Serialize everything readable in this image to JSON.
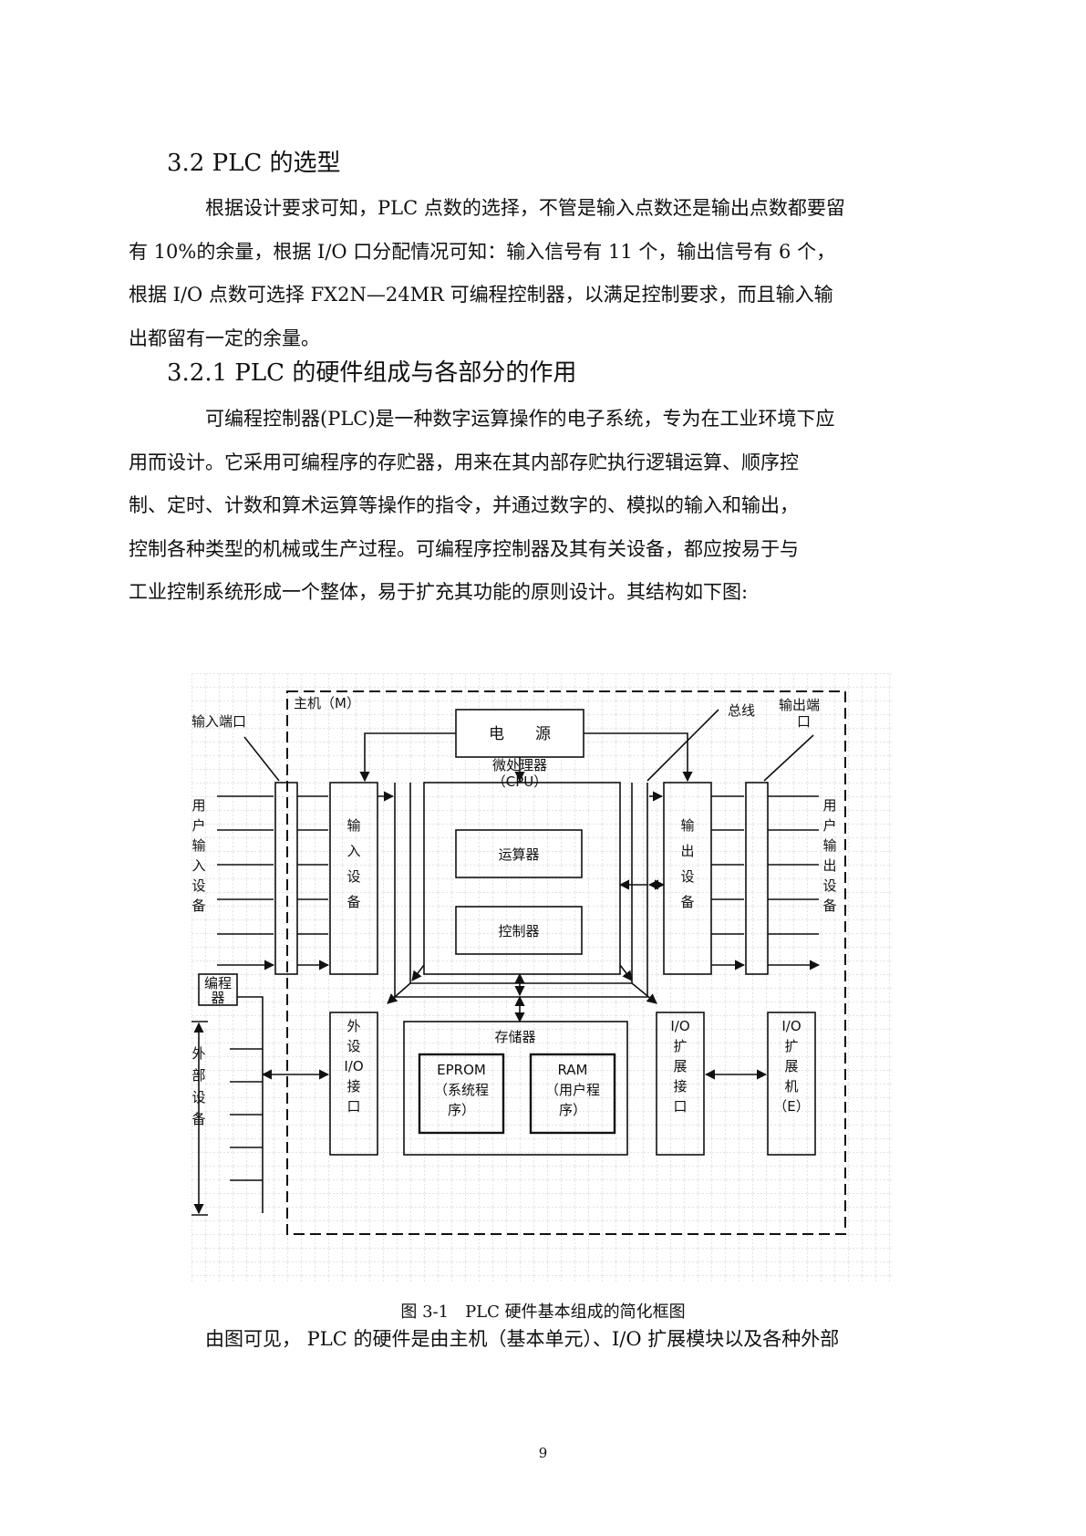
{
  "heading_1": "3.2 PLC 的选型",
  "para_1": [
    "根据设计要求可知，PLC 点数的选择，不管是输入点数还是输出点数都要留",
    "有 10%的余量，根据 I/O 口分配情况可知：输入信号有 11 个，输出信号有 6 个，",
    "根据 I/O 点数可选择 FX2N—24MR 可编程控制器，以满足控制要求，而且输入输",
    "出都留有一定的余量。"
  ],
  "heading_2": "3.2.1 PLC 的硬件组成与各部分的作用",
  "para_2": [
    "可编程控制器(PLC)是一种数字运算操作的电子系统，专为在工业环境下应",
    "用而设计。它采用可编程序的存贮器，用来在其内部存贮执行逻辑运算、顺序控",
    "制、定时、计数和算术运算等操作的指令，并通过数字的、模拟的输入和输出，",
    "控制各种类型的机械或生产过程。可编程序控制器及其有关设备，都应按易于与",
    "工业控制系统形成一个整体，易于扩充其功能的原则设计。其结构如下图:"
  ],
  "diagram": {
    "host": "主机（M）",
    "power": "电　　源",
    "bus": "总线",
    "input_port": "输入端口",
    "output_port_1": "输出端",
    "output_port_2": "口",
    "cpu_1": "微处理器",
    "cpu_2": "（CPU）",
    "alu": "运算器",
    "controller": "控制器",
    "input_device": [
      "输",
      "入",
      "设",
      "备"
    ],
    "output_device": [
      "输",
      "出",
      "设",
      "备"
    ],
    "user_input": [
      "用",
      "户",
      "输",
      "入",
      "设",
      "备"
    ],
    "user_output": [
      "用",
      "户",
      "输",
      "出",
      "设",
      "备"
    ],
    "programmer_1": "编程",
    "programmer_2": "器",
    "external": [
      "外",
      "部",
      "设",
      "备"
    ],
    "peripheral_io": [
      "外",
      "设",
      "I/O",
      "接",
      "口"
    ],
    "memory": "存储器",
    "eprom_1": "EPROM",
    "eprom_2": "（系统程",
    "eprom_3": "序）",
    "ram_1": "RAM",
    "ram_2": "（用户程",
    "ram_3": "序）",
    "io_ext_if": [
      "I/O",
      "扩",
      "展",
      "接",
      "口"
    ],
    "io_ext_unit": [
      "I/O",
      "扩",
      "展",
      "机",
      "（E）"
    ]
  },
  "caption": "图 3-1　PLC 硬件基本组成的简化框图",
  "para_3": "由图可见， PLC 的硬件是由主机（基本单元）、I/O 扩展模块以及各种外部",
  "page_number": "9"
}
